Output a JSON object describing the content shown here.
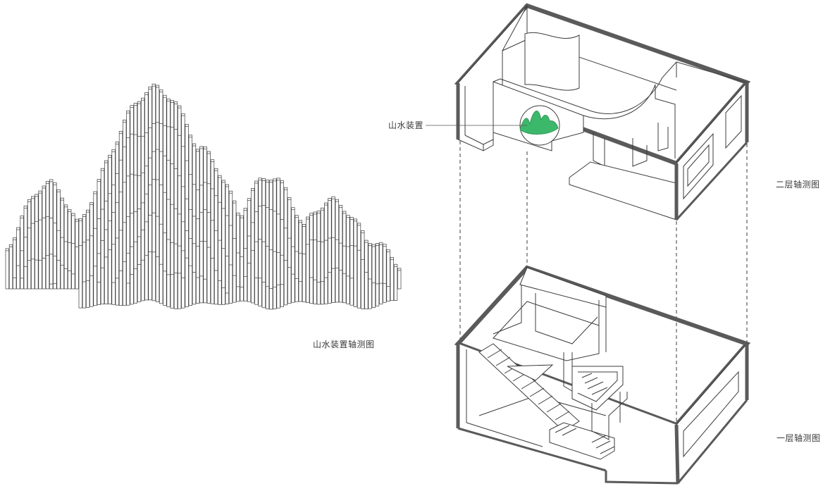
{
  "labels": {
    "mountain_caption": "山水装置轴测图",
    "installation_callout": "山水装置",
    "second_floor": "二层轴测图",
    "first_floor": "一层轴测图"
  },
  "colors": {
    "line": "#3c3c3c",
    "wall_cut": "#5a5a5a",
    "accent_green": "#3cb86a",
    "background": "#ffffff"
  }
}
